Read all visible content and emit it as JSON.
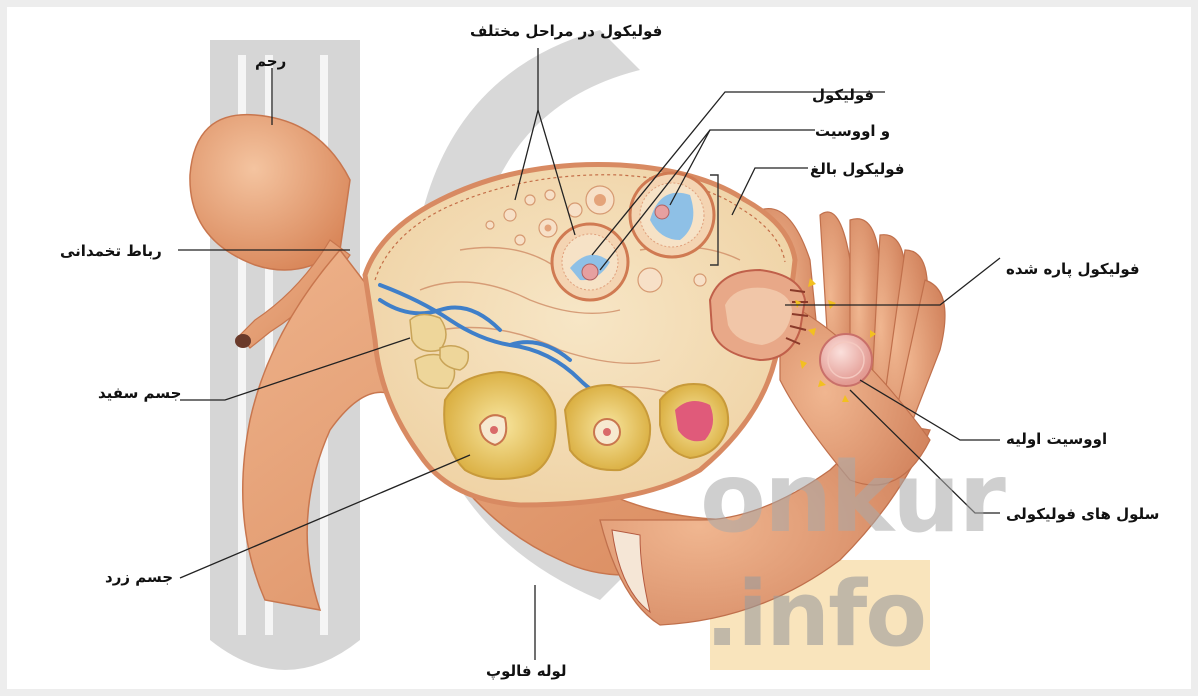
{
  "labels": {
    "follicle_stages": "فولیکول در مراحل مختلف",
    "uterus": "رحم",
    "follicle": "فولیکول",
    "and_oocyte": "و اووسیت",
    "mature_follicle": "فولیکول بالغ",
    "ovarian_ligament": "رباط تخمدانی",
    "ruptured_follicle": "فولیکول پاره شده",
    "corpus_albicans": "جسم سفید",
    "primary_oocyte": "اووسیت اولیه",
    "follicular_cells": "سلول های فولیکولی",
    "corpus_luteum": "جسم زرد",
    "fallopian_tube": "لوله فالوپ"
  },
  "watermark": {
    "word_top": "onkur",
    "word_bottom": ".info"
  },
  "colors": {
    "tube_orange": "#e39a6a",
    "ovary_cream": "#f3ddb4",
    "capsule": "#d88a62",
    "corpus_luteum_yellow": "#e9c45a",
    "vein_blue": "#3f7fc9",
    "oocyte_pink": "#e6a0a0",
    "watermark_gray": "#bdbdbd",
    "watermark_orange": "#f6d9a0"
  }
}
